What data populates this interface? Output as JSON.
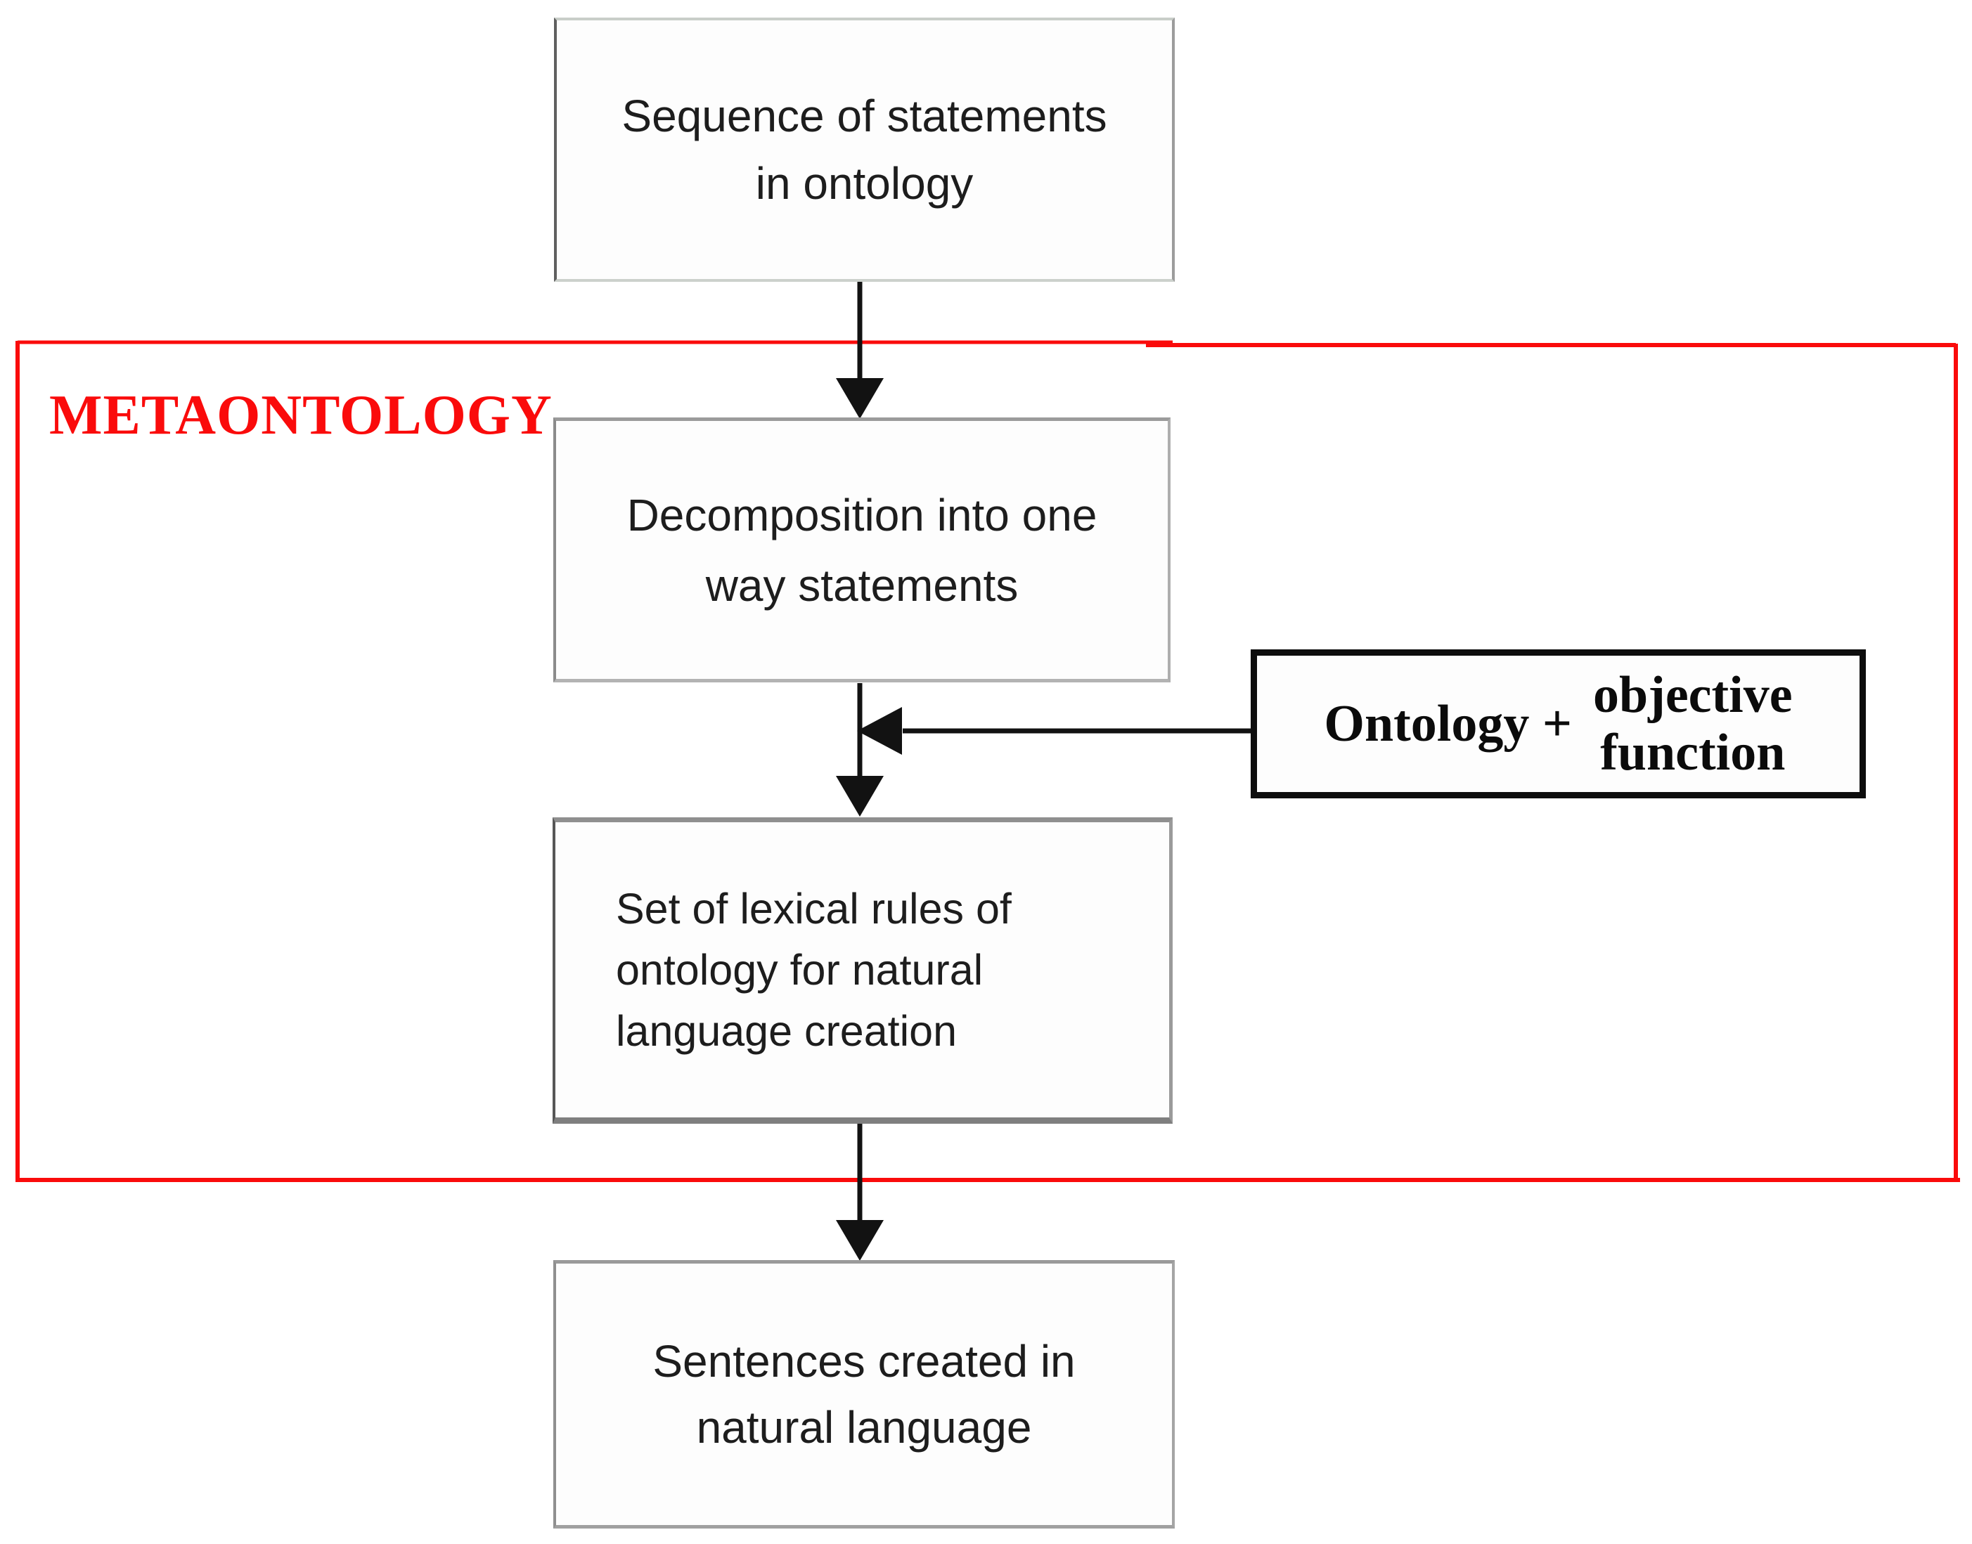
{
  "colors": {
    "red": "#fa0b0b",
    "arrow_black": "#121212",
    "text": "#1d1d1d"
  },
  "region": {
    "label": "METAONTOLOGY"
  },
  "nodes": {
    "sequence": {
      "lines": [
        "Sequence of statements",
        "in ontology"
      ]
    },
    "decomposition": {
      "lines": [
        "Decomposition into one",
        "way statements"
      ]
    },
    "ontology_plus": {
      "left": "Ontology +",
      "stack": [
        "objective",
        "function"
      ]
    },
    "lexical": {
      "lines": [
        "Set of lexical rules of",
        "ontology for natural",
        "language creation"
      ]
    },
    "sentences": {
      "lines": [
        "Sentences created in",
        "natural language"
      ]
    }
  }
}
